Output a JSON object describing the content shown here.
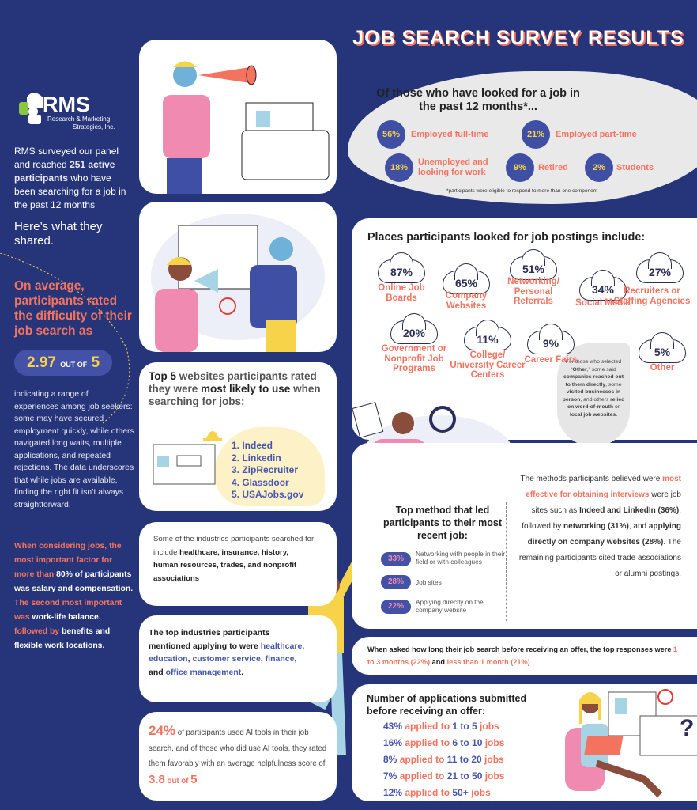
{
  "title": "JOB SEARCH SURVEY RESULTS",
  "logo": {
    "mark": "RMS",
    "sub1": "Research & Marketing",
    "sub2": "Strategies, Inc."
  },
  "intro": {
    "t1": "RMS surveyed our panel and reached ",
    "bold": "251 active participants",
    "t2": " who have been searching for a job in the past 12 months"
  },
  "shared": "Here’s what they shared.",
  "difficulty": {
    "heading": "On average, participants rated the difficulty of their job search as",
    "score": "2.97",
    "out_of": "OUT OF",
    "max": "5",
    "score_value": 2.97,
    "score_max": 5,
    "body": "indicating a range of experiences among job seekers: some may have secured employment quickly, while others navigated long waits, multiple applications, and repeated rejections. The data underscores that while jobs are available, finding the right fit isn’t always straightforward."
  },
  "factors": {
    "p1": "When considering jobs, the most important factor for more than ",
    "p2": "80% of participants was salary and compensation.",
    "p3": "The second most important was ",
    "p4": "work-life balance, ",
    "p5": "followed by ",
    "p6": "benefits and flexible work locations."
  },
  "status": {
    "heading": "Of those who have looked for a job in the past 12 months*...",
    "items": [
      {
        "pct": "56%",
        "label": "Employed full-time"
      },
      {
        "pct": "21%",
        "label": "Employed part-time"
      },
      {
        "pct": "18%",
        "label": "Unemployed and looking for work"
      },
      {
        "pct": "9%",
        "label": "Retired"
      },
      {
        "pct": "2%",
        "label": "Students"
      }
    ],
    "footnote": "*participants were eligible to respond to more than one component"
  },
  "places": {
    "heading": "Places participants looked for job postings include:",
    "items": [
      {
        "pct": "87%",
        "label": "Online Job Boards"
      },
      {
        "pct": "65%",
        "label": "Company Websites"
      },
      {
        "pct": "51%",
        "label": "Networking/ Personal Referrals"
      },
      {
        "pct": "34%",
        "label": "Social Media"
      },
      {
        "pct": "27%",
        "label": "Recruiters or Staffing Agencies"
      },
      {
        "pct": "20%",
        "label": "Government or Nonprofit Job Programs"
      },
      {
        "pct": "11%",
        "label": "College/ University Career Centers"
      },
      {
        "pct": "9%",
        "label": "Career Fairs"
      },
      {
        "pct": "5%",
        "label": "Other"
      }
    ],
    "other_note": {
      "t1": "For those who selected “",
      "b1": "Other",
      "t2": ",” some said ",
      "b2": "companies reached out to them directly",
      "t3": ", some ",
      "b3": "visited businesses in person",
      "t4": ", and others ",
      "b4": "relied on word-of-mouth",
      "t5": " or ",
      "b5": "local job websites."
    }
  },
  "websites": {
    "h1": "Top 5",
    "h2": " websites participants rated they were ",
    "h3": "most likely to use",
    "h4": " when searching for jobs:",
    "items": [
      "1. Indeed",
      "2. Linkedin",
      "3. ZipRecruiter",
      "4. Glassdoor",
      "5. USAJobs.gov"
    ]
  },
  "industries_searched": {
    "t1": "Some of the industries participants searched for include ",
    "b1": "healthcare, insurance, history, human resources, trades, and nonprofit associations"
  },
  "industries_applied": {
    "t1": "The top industries participants mentioned applying to were ",
    "i1": "healthcare",
    ", ": ", ",
    "i2": "education",
    "i3": "customer service",
    "i4": "finance",
    "and": "and ",
    "i5": "office management",
    "end": "."
  },
  "ai": {
    "pct": "24%",
    "t1": " of participants used AI tools in their job search, and of those who did use AI tools, they rated them favorably with an average helpfulness score of ",
    "score": "3.8",
    "out": " out of ",
    "max": "5"
  },
  "top_method": {
    "heading": "Top method that led participants to their most recent job:",
    "items": [
      {
        "pct": "33%",
        "label": "Networking with people in their field or with colleagues"
      },
      {
        "pct": "28%",
        "label": "Job sites"
      },
      {
        "pct": "22%",
        "label": "Applying directly on the company website"
      }
    ]
  },
  "effective": {
    "t1": "The methods participants believed were ",
    "c1": "most effective for obtaining interviews",
    "t2": " were job sites such as ",
    "b1": "Indeed and LinkedIn (36%)",
    "t3": ", followed by ",
    "b2": "networking (31%)",
    "t4": ", and ",
    "b3": "applying directly on company websites (28%)",
    "t5": ". The remaining participants cited trade associations or alumni postings."
  },
  "duration": {
    "t1": "When asked how long their job search before receiving an offer, the top responses were ",
    "c1": "1 to 3 months (22%)",
    "t2": " and ",
    "c2": "less than 1 month (21%)"
  },
  "applications": {
    "heading": "Number of applications submitted before receiving an offer:",
    "items": [
      {
        "pct": "43%",
        "pre": "applied to ",
        "range": "1 to 5",
        "post": " jobs"
      },
      {
        "pct": "16%",
        "pre": "applied to ",
        "range": "6 to 10",
        "post": " jobs"
      },
      {
        "pct": "8%",
        "pre": "applied to ",
        "range": "11 to 20",
        "post": " jobs"
      },
      {
        "pct": "7%",
        "pre": "applied to ",
        "range": "21 to 50",
        "post": " jobs"
      },
      {
        "pct": "12%",
        "pre": "applied to ",
        "range": "50+",
        "post": " jobs"
      }
    ]
  },
  "colors": {
    "background": "#263579",
    "accent": "#f4735f",
    "highlight": "#f6d348",
    "badge": "#3f4fa3",
    "link_blue": "#4656b0"
  }
}
